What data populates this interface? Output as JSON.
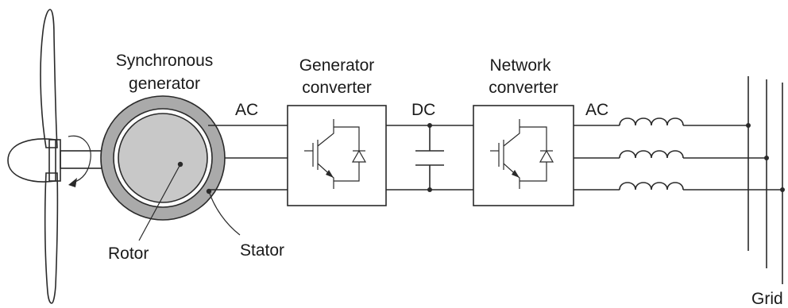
{
  "labels": {
    "sync_gen_line1": "Synchronous",
    "sync_gen_line2": "generator",
    "gen_conv_line1": "Generator",
    "gen_conv_line2": "converter",
    "net_conv_line1": "Network",
    "net_conv_line2": "converter",
    "ac_left": "AC",
    "dc": "DC",
    "ac_right": "AC",
    "rotor": "Rotor",
    "stator": "Stator",
    "grid": "Grid"
  },
  "colors": {
    "stator_fill": "#aaaaaa",
    "rotor_fill": "#c8c8c8",
    "line": "#2a2a2a"
  }
}
